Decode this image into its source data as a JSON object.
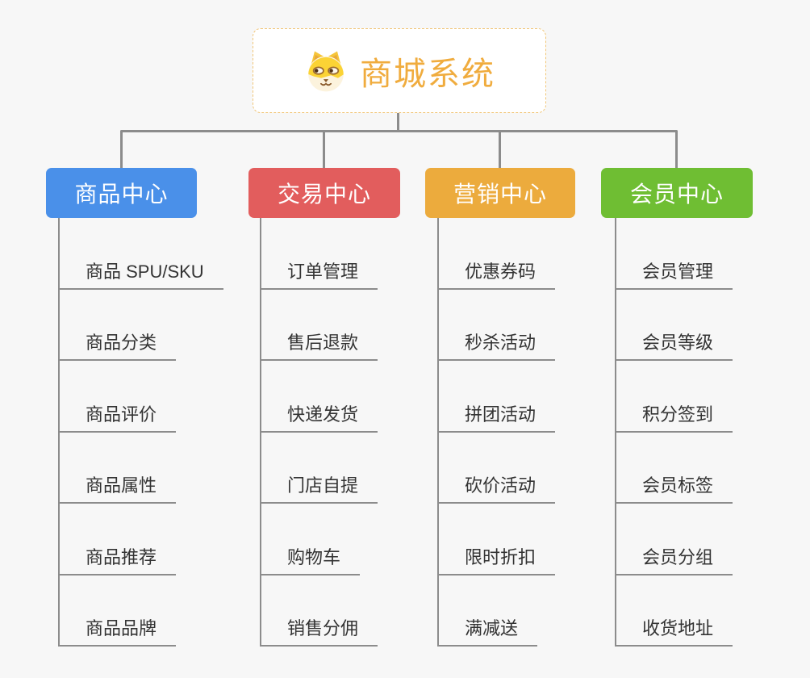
{
  "page": {
    "background": "#F7F7F7",
    "connector_color": "#8C8C8C",
    "leaf_text_color": "#333333"
  },
  "root": {
    "title": "商城系统",
    "title_color": "#F0AC3E",
    "border_color": "#F1C679",
    "icon": "dog-face-icon"
  },
  "branches": [
    {
      "label": "商品中心",
      "color": "#4A90E9",
      "children": [
        "商品 SPU/SKU",
        "商品分类",
        "商品评价",
        "商品属性",
        "商品推荐",
        "商品品牌"
      ]
    },
    {
      "label": "交易中心",
      "color": "#E25D5D",
      "children": [
        "订单管理",
        "售后退款",
        "快递发货",
        "门店自提",
        "购物车",
        "销售分佣"
      ]
    },
    {
      "label": "营销中心",
      "color": "#ECAB3D",
      "children": [
        "优惠券码",
        "秒杀活动",
        "拼团活动",
        "砍价活动",
        "限时折扣",
        "满减送"
      ]
    },
    {
      "label": "会员中心",
      "color": "#6FBE33",
      "children": [
        "会员管理",
        "会员等级",
        "积分签到",
        "会员标签",
        "会员分组",
        "收货地址"
      ]
    }
  ]
}
